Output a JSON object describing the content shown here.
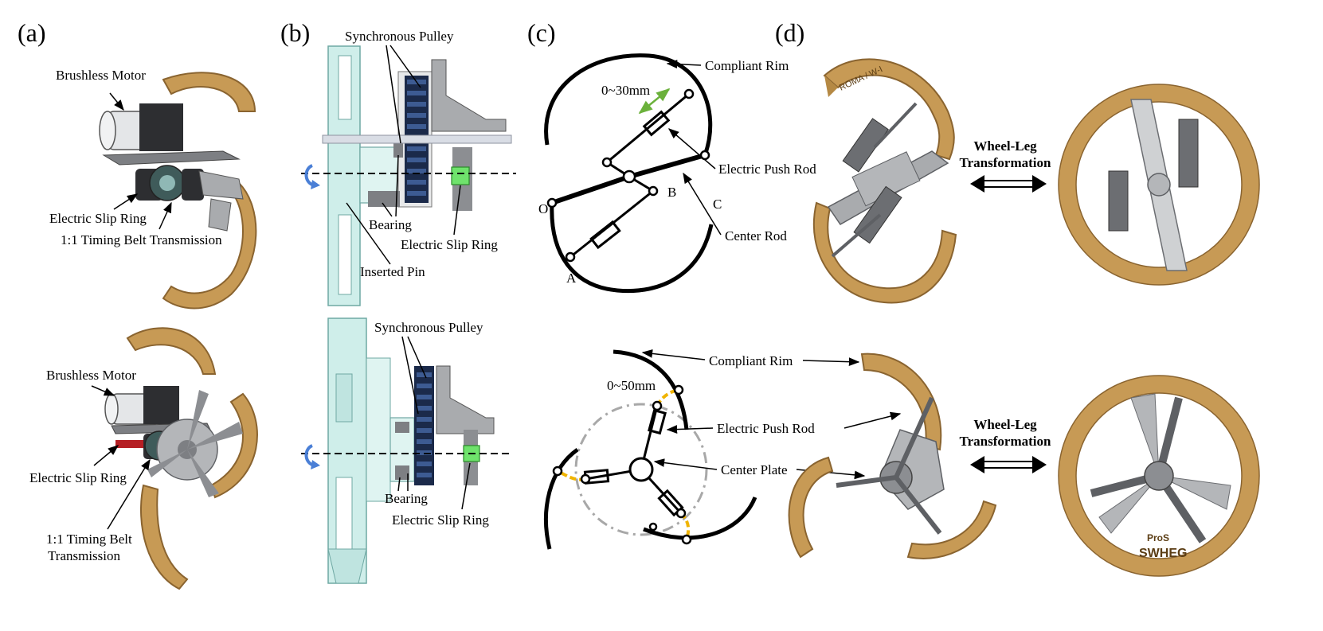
{
  "panels": {
    "a": "(a)",
    "b": "(b)",
    "c": "(c)",
    "d": "(d)"
  },
  "panel_a": {
    "top": {
      "brushless_motor": "Brushless Motor",
      "electric_slip_ring": "Electric Slip Ring",
      "timing_belt": "1:1 Timing Belt Transmission"
    },
    "bottom": {
      "brushless_motor": "Brushless Motor",
      "electric_slip_ring": "Electric Slip Ring",
      "timing_belt_line1": "1:1 Timing Belt",
      "timing_belt_line2": "Transmission"
    }
  },
  "panel_b": {
    "top": {
      "synchronous_pulley": "Synchronous Pulley",
      "bearing": "Bearing",
      "electric_slip_ring": "Electric Slip Ring",
      "inserted_pin": "Inserted Pin"
    },
    "bottom": {
      "synchronous_pulley": "Synchronous Pulley",
      "bearing": "Bearing",
      "electric_slip_ring": "Electric Slip Ring"
    }
  },
  "panel_c": {
    "top": {
      "stroke": "0~30mm",
      "compliant_rim": "Compliant Rim",
      "electric_push_rod": "Electric Push Rod",
      "center_rod": "Center Rod",
      "point_o": "O",
      "point_a": "A",
      "point_b": "B",
      "point_c": "C"
    },
    "bottom": {
      "stroke": "0~50mm",
      "compliant_rim": "Compliant Rim",
      "electric_push_rod": "Electric Push Rod",
      "center_plate": "Center Plate"
    }
  },
  "panel_d": {
    "top_line1": "Wheel-Leg",
    "top_line2": "Transformation",
    "bottom_line1": "Wheel-Leg",
    "bottom_line2": "Transformation",
    "rim_text_top": "ROMA / W-I",
    "rim_text_bottom": "SWHEG",
    "rim_badge": "ProS"
  },
  "colors": {
    "bronze": "#c79a55",
    "bronze_dark": "#8a6430",
    "steel": "#a9abae",
    "steel_dark": "#5e6064",
    "motor_black": "#2d2e31",
    "section_cyan": "#cfeeea",
    "pulley_navy": "#1b2a4a",
    "slip_green": "#6fe36c",
    "arrow_green": "#6bb13b",
    "stroke_yellow": "#f0b400",
    "dash_gray": "#a8a8a8",
    "rotate_blue": "#4a7fd6"
  }
}
